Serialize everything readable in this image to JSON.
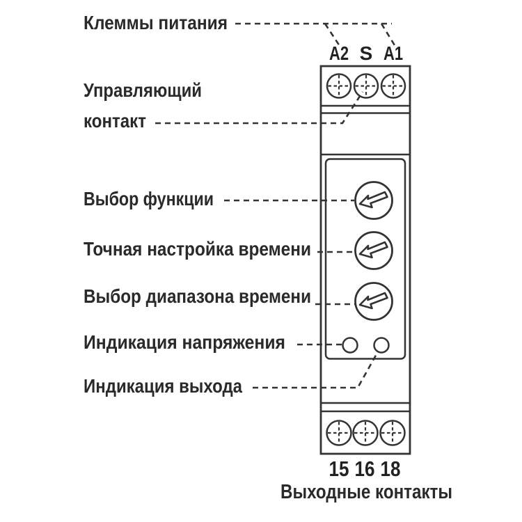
{
  "diagram": {
    "labels": {
      "power_terminals": "Клеммы питания",
      "control_contact": [
        "Управляющий",
        "контакт"
      ],
      "function_select": "Выбор функции",
      "time_fine_tune": "Точная настройка времени",
      "time_range_select": "Выбор диапазона времени",
      "voltage_indication": "Индикация напряжения",
      "output_indication": "Индикация выхода",
      "output_terminals": "Выходные контакты"
    },
    "top_terminals": [
      "A2",
      "S",
      "A1"
    ],
    "bottom_terminals": [
      "15",
      "16",
      "18"
    ],
    "colors": {
      "line": "#333333",
      "text": "#2a2a2a",
      "background": "#ffffff"
    }
  }
}
